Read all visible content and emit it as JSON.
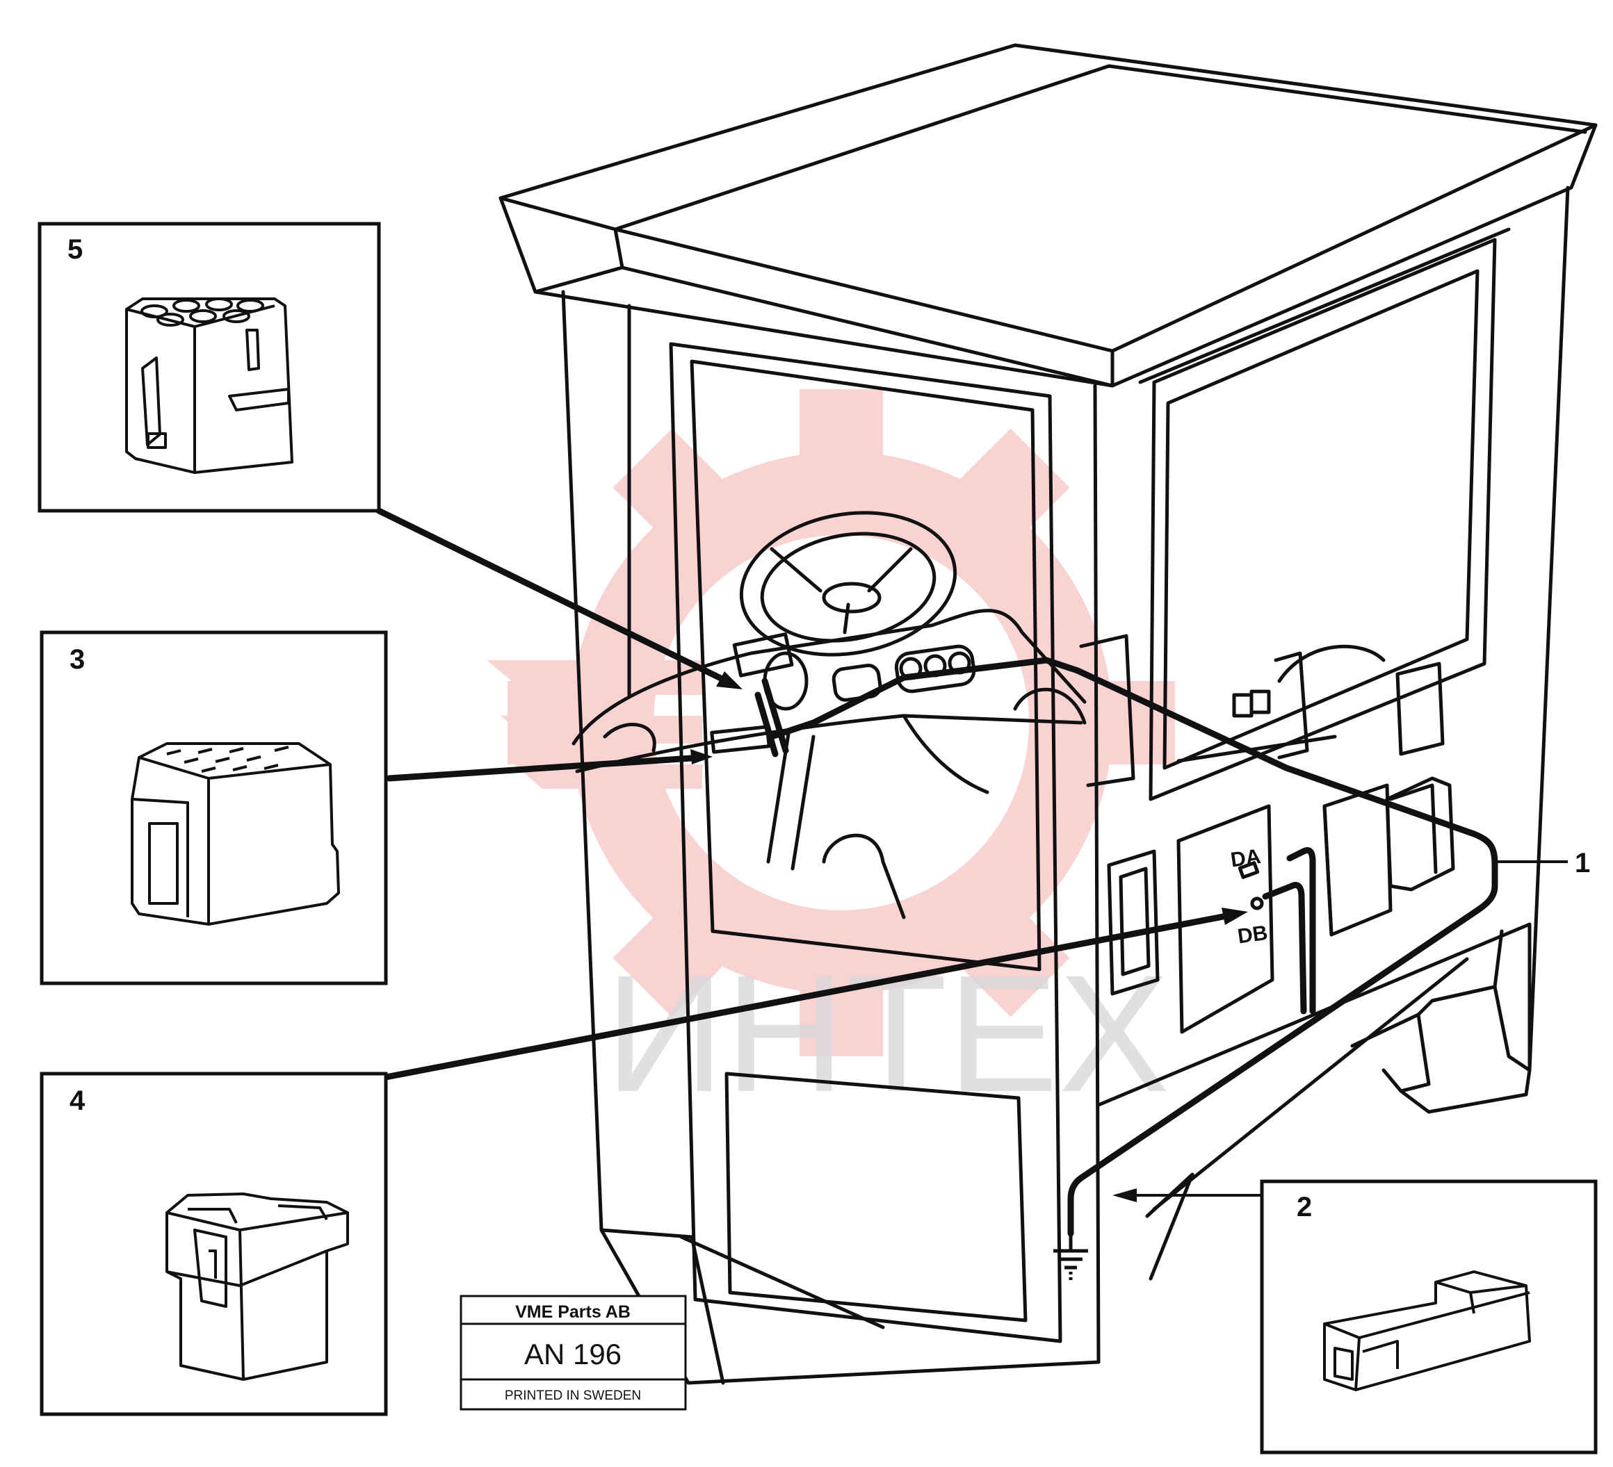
{
  "watermark": {
    "text": "ИНТЕХ",
    "gear_color": "#f08080",
    "text_color": "#d9d9d9"
  },
  "callouts": [
    {
      "number": "1"
    },
    {
      "number": "2"
    },
    {
      "number": "3"
    },
    {
      "number": "4"
    },
    {
      "number": "5"
    }
  ],
  "panel_labels": {
    "da": "DA",
    "db": "DB"
  },
  "stamp": {
    "company": "VME Parts AB",
    "code": "AN 196",
    "footer": "PRINTED IN SWEDEN"
  },
  "colors": {
    "line": "#111111",
    "background": "#ffffff"
  }
}
